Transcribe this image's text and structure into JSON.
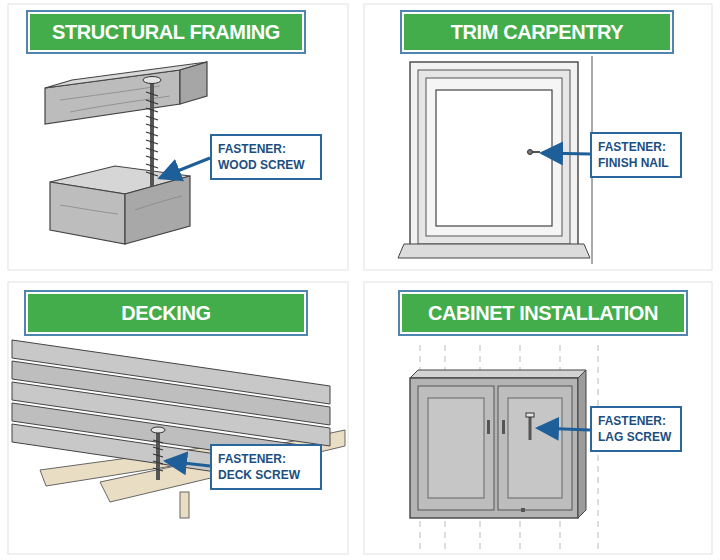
{
  "diagram": {
    "nodes": [
      {
        "text": [
          "STRUCTURAL FRAMING"
        ]
      },
      {
        "text": [
          "FASTENER: WOOD SCREW"
        ]
      },
      {
        "text": [
          "TRIM CARPENTRY"
        ]
      },
      {
        "text": [
          "FASTENER: FINISH NAIL"
        ]
      },
      {
        "text": [
          "DECKING"
        ]
      },
      {
        "text": [
          "FASTENER: DECK SCREW"
        ]
      },
      {
        "text": [
          "CABINET INSTALLATION"
        ]
      },
      {
        "text": [
          "FASTENER: LAG SCREW"
        ]
      }
    ]
  }
}
